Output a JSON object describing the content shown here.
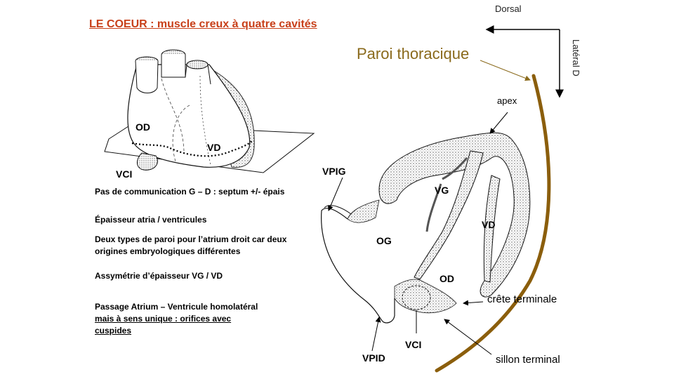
{
  "title": "LE COEUR : muscle creux à quatre cavités",
  "orientation": {
    "dorsal": "Dorsal",
    "lateral": "Latéral D"
  },
  "paroi_thoracique": "Paroi thoracique",
  "left_diagram": {
    "od": "OD",
    "vd": "VD",
    "vci": "VCI"
  },
  "notes": {
    "n1": "Pas de communication G – D : septum +/- épais",
    "n2": "Épaisseur atria / ventricules",
    "n3": "Deux types de paroi pour l’atrium droit car deux origines embryologiques différentes",
    "n4": "Assymétrie d’épaisseur VG / VD",
    "n5_line1": "Passage Atrium – Ventricule homolatéral",
    "n5_line2": "mais à sens unique : orifices avec cuspides"
  },
  "right_diagram": {
    "apex": "apex",
    "vpig": "VPIG",
    "vg": "VG",
    "vd": "VD",
    "og": "OG",
    "od": "OD",
    "crete": "crête terminale",
    "vci": "VCI",
    "vpid": "VPID",
    "sillon": "sillon terminal"
  },
  "colors": {
    "title": "#c8401a",
    "paroi_text": "#8a6a1c",
    "wall_line": "#8b5e0c",
    "stipple": "#444444"
  }
}
